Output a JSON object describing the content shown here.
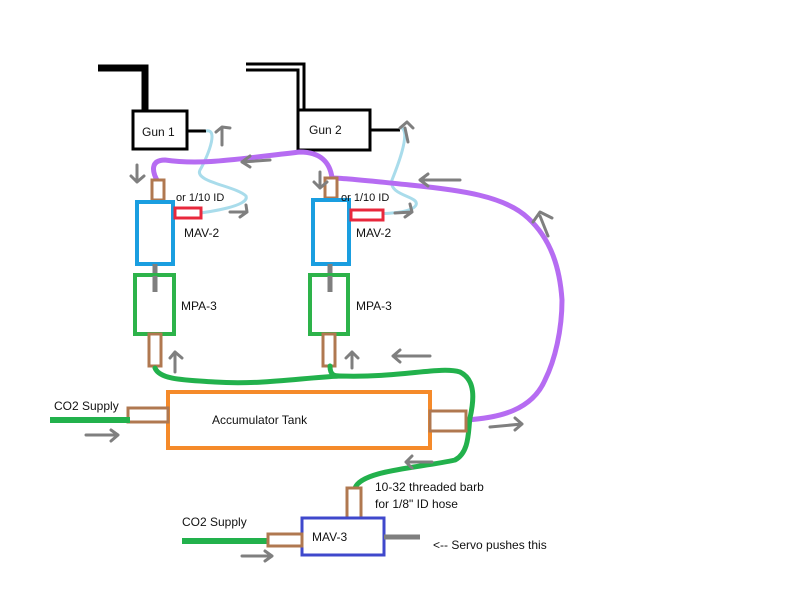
{
  "labels": {
    "gun1": "Gun 1",
    "gun2": "Gun 2",
    "mav2_left": "MAV-2",
    "mav2_right": "MAV-2",
    "mpa3_left": "MPA-3",
    "mpa3_right": "MPA-3",
    "partial_left": "or 1/10 ID",
    "partial_right": "or 1/10 ID",
    "accumulator": "Accumulator Tank",
    "co2_supply_top": "CO2 Supply",
    "co2_supply_bottom": "CO2 Supply",
    "barb_line1": "10-32 threaded  barb",
    "barb_line2": "for 1/8\" ID hose",
    "mav3": "MAV-3",
    "servo_note": "<-- Servo pushes this"
  },
  "colors": {
    "outline": "#000000",
    "valve_blue": "#1a9ee0",
    "regulator_green": "#2db34a",
    "tank_orange": "#f58a2a",
    "fitting_brown": "#b07850",
    "plug_red": "#e8283c",
    "hose_green": "#22b14c",
    "hose_purple": "#b66cf2",
    "hose_light_blue": "#a9dceb",
    "arrow_gray": "#7f7f7f",
    "mav3_navy": "#3f48cc"
  }
}
